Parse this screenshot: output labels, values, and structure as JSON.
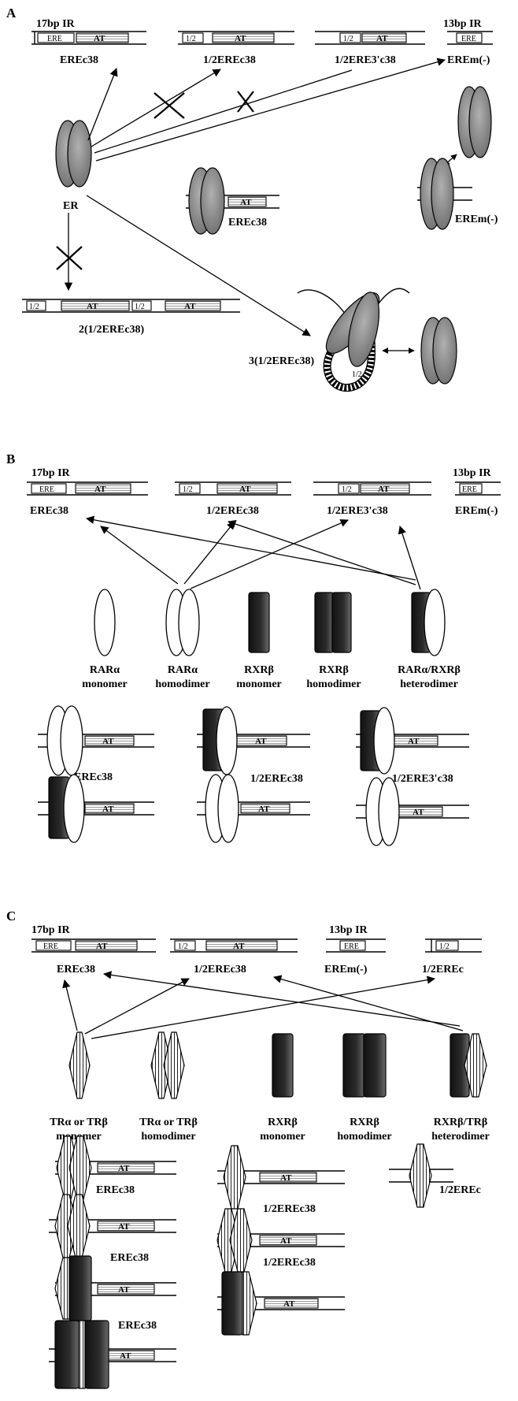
{
  "panels": {
    "a": {
      "letter": "A",
      "ir17_label": "17bp IR",
      "ir13_label": "13bp IR",
      "ere": "ERE",
      "at": "AT",
      "half": "1/2",
      "sites": [
        "EREc38",
        "1/2EREc38",
        "1/2ERE3'c38",
        "EREm(-)"
      ],
      "receptor": "ER",
      "complex_ere": "EREc38",
      "complex_erem": "EREm(-)",
      "double_half": "2(1/2EREc38)",
      "triple_half": "3(1/2EREc38)"
    },
    "b": {
      "letter": "B",
      "ir17_label": "17bp IR",
      "ir13_label": "13bp IR",
      "sites": [
        "EREc38",
        "1/2EREc38",
        "1/2ERE3'c38",
        "EREm(-)"
      ],
      "receptors": [
        {
          "line1": "RARα",
          "line2": "monomer"
        },
        {
          "line1": "RARα",
          "line2": "homodimer"
        },
        {
          "line1": "RXRβ",
          "line2": "monomer"
        },
        {
          "line1": "RXRβ",
          "line2": "homodimer"
        },
        {
          "line1": "RARα/RXRβ",
          "line2": "heterodimer"
        }
      ],
      "complexes": [
        "EREc38",
        "1/2EREc38",
        "1/2ERE3'c38"
      ]
    },
    "c": {
      "letter": "C",
      "ir17_label": "17bp IR",
      "ir13_label": "13bp IR",
      "sites": [
        "EREc38",
        "1/2EREc38",
        "EREm(-)",
        "1/2EREc"
      ],
      "receptors": [
        {
          "line1": "TRα or TRβ",
          "line2": "monomer"
        },
        {
          "line1": "TRα or TRβ",
          "line2": "homodimer"
        },
        {
          "line1": "RXRβ",
          "line2": "monomer"
        },
        {
          "line1": "RXRβ",
          "line2": "homodimer"
        },
        {
          "line1": "RXRβ/TRβ",
          "line2": "heterodimer"
        }
      ],
      "complexes_left": [
        "EREc38",
        "EREc38",
        "EREc38"
      ],
      "complexes_mid": [
        "1/2EREc38",
        "1/2EREc38"
      ],
      "complex_right": "1/2EREc"
    }
  },
  "colors": {
    "dna": "#000000",
    "er_fill": "#8c8c8c",
    "rxr_fill": "#2a2a2a",
    "rar_fill": "#ffffff",
    "at_hatch": "#bdbdbd"
  }
}
